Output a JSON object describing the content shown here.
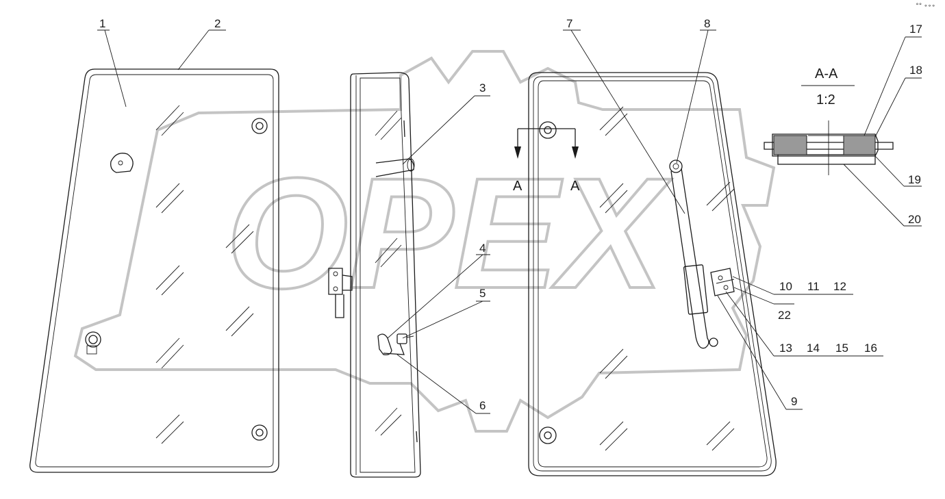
{
  "watermark": {
    "text": "OPEX"
  },
  "section": {
    "title": "A-A",
    "scale": "1:2",
    "cut_label_left": "A",
    "cut_label_right": "A"
  },
  "callouts": [
    "1",
    "2",
    "3",
    "4",
    "5",
    "6",
    "7",
    "8",
    "9",
    "10",
    "11",
    "12",
    "13",
    "14",
    "15",
    "16",
    "17",
    "18",
    "19",
    "20",
    "22"
  ],
  "corner_mark": "°° ∘∘∘",
  "colors": {
    "line": "#1a1a1a",
    "watermark": "#c4c4c4",
    "background": "#ffffff"
  }
}
